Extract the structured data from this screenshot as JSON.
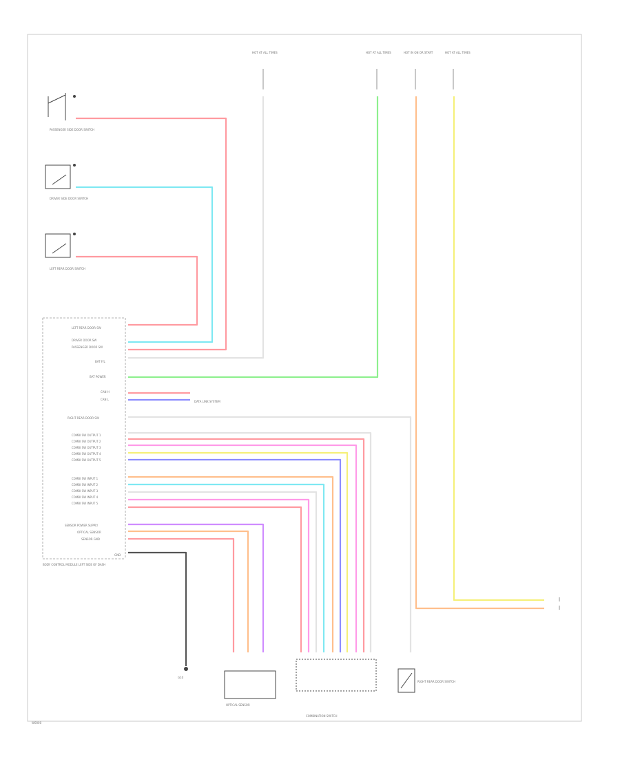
{
  "diagram": {
    "footer_code": "W0000",
    "top_power_labels": [
      "HOT AT ALL TIMES",
      "HOT AT ALL TIMES",
      "HOT IN ON OR START",
      "HOT AT ALL TIMES"
    ],
    "left_switches": [
      "PASSENGER SIDE DOOR SWITCH",
      "DRIVER SIDE DOOR SWITCH",
      "LEFT REAR DOOR SWITCH"
    ],
    "module_label": "BODY CONTROL MODULE LEFT SIDE OF DASH",
    "module_pins": [
      "LEFT REAR DOOR SW",
      "DRIVER DOOR SW",
      "PASSENGER DOOR SW",
      "BAT F/L",
      "BAT POWER",
      "CAN H",
      "CAN L",
      "RIGHT REAR DOOR SW",
      "COMBI SW OUTPUT 1",
      "COMBI SW OUTPUT 2",
      "COMBI SW OUTPUT 3",
      "COMBI SW OUTPUT 4",
      "COMBI SW OUTPUT 5",
      "COMBI SW INPUT 1",
      "COMBI SW INPUT 2",
      "COMBI SW INPUT 3",
      "COMBI SW INPUT 4",
      "COMBI SW INPUT 5",
      "SENSOR POWER SUPPLY",
      "OPTICAL SENSOR",
      "SENSOR GND",
      "GND"
    ],
    "can_label": "DATA LINK SYSTEM",
    "bottom_components": [
      "OPTICAL SENSOR",
      "COMBINATION SWITCH",
      "RIGHT REAR DOOR SWITCH",
      "G10"
    ],
    "colors": {
      "red": "#ff9aa0",
      "cyan": "#7fe8f2",
      "green": "#8ef08e",
      "orange": "#ffbf8c",
      "yellow": "#f5f07a",
      "pink": "#ff9ae8",
      "blue": "#8c8cff",
      "purple": "#cf8cff",
      "black": "#555555",
      "white": "#e3e3e3"
    }
  }
}
